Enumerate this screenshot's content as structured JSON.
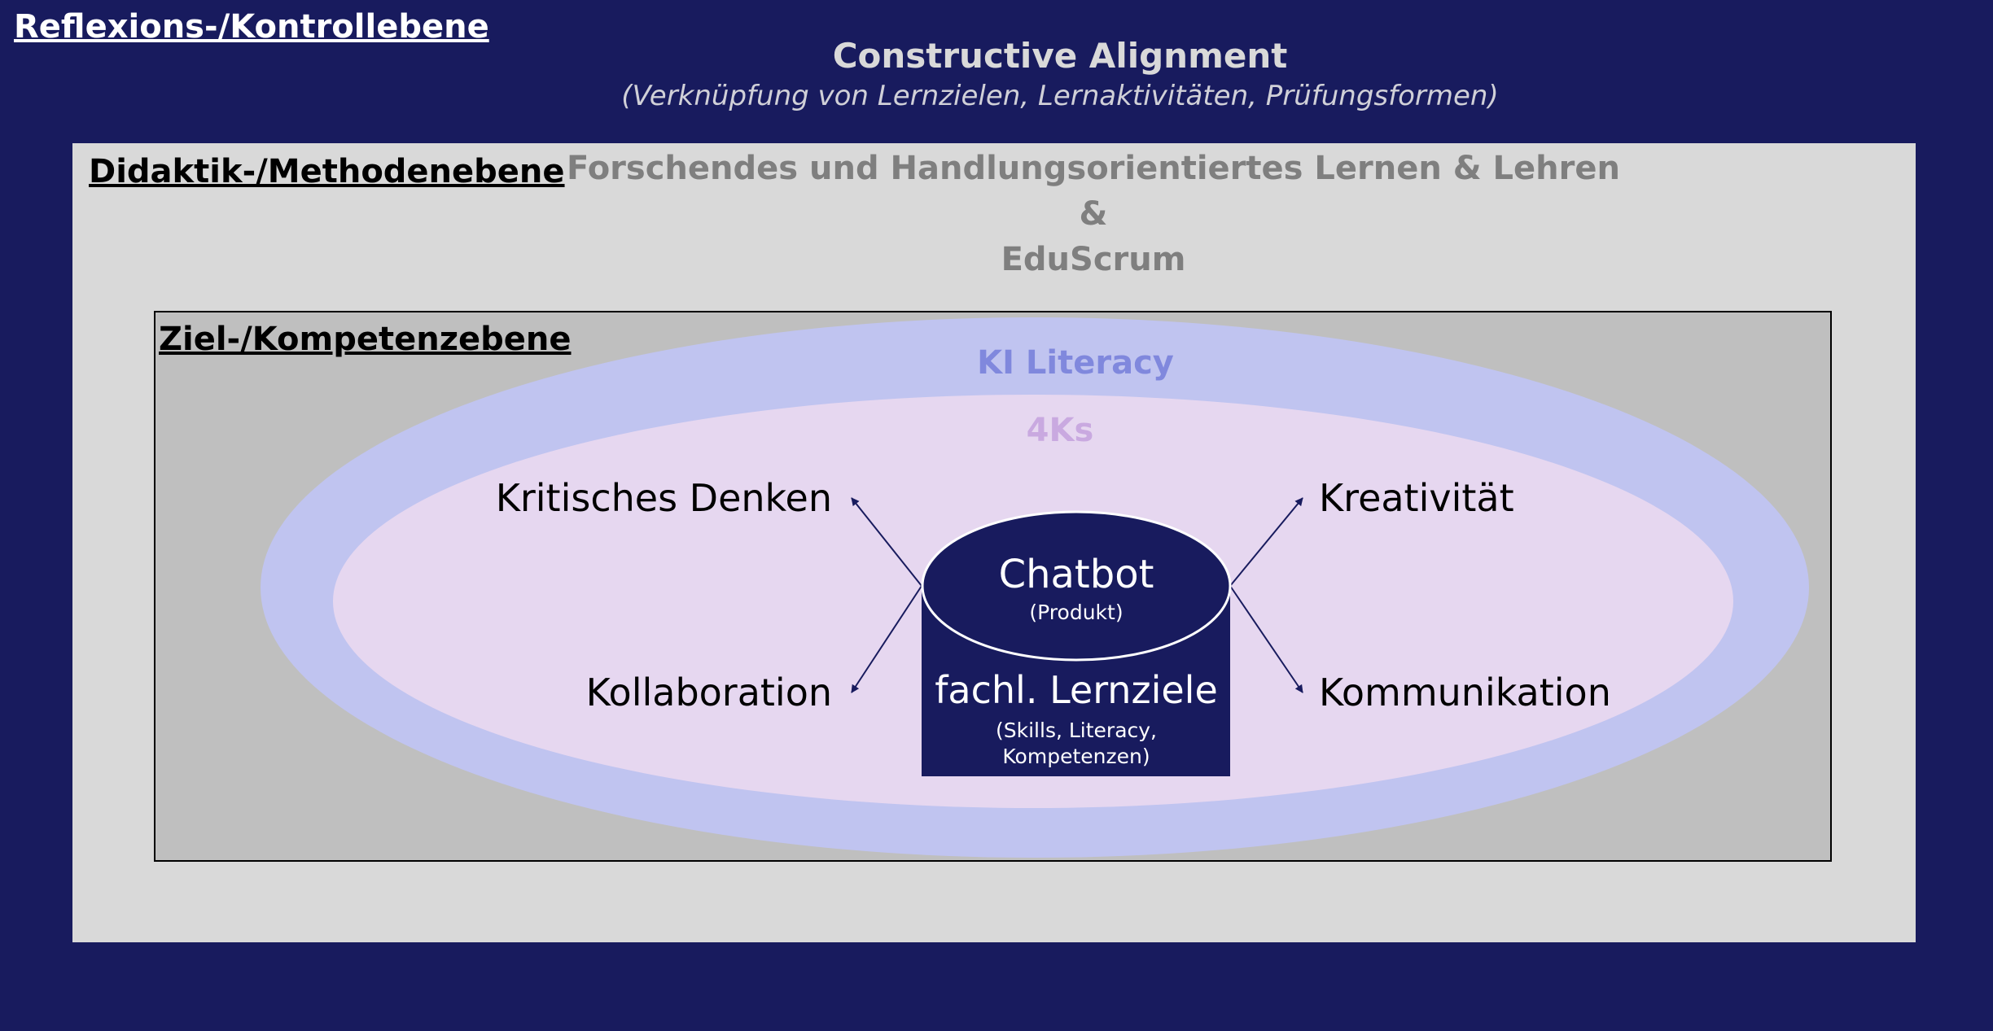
{
  "levels": {
    "reflection": "Reflexions-/Kontrollebene",
    "didactics": "Didaktik-/Methodenebene",
    "goals": "Ziel-/Kompetenzebene"
  },
  "constructive_alignment": {
    "title": "Constructive Alignment",
    "subtitle": "(Verknüpfung von Lernzielen, Lernaktivitäten, Prüfungsformen)"
  },
  "methods": {
    "line1": "Forschendes und Handlungsorientiertes Lernen & Lehren",
    "line2": "&",
    "line3": "EduScrum"
  },
  "ki_literacy": "KI Literacy",
  "four_ks": {
    "title": "4Ks",
    "items": [
      "Kritisches Denken",
      "Kollaboration",
      "Kreativität",
      "Kommunikation"
    ]
  },
  "core": {
    "chatbot": "Chatbot",
    "chatbot_sub": "(Produkt)",
    "goals": "fachl. Lernziele",
    "goals_sub1": "(Skills, Literacy,",
    "goals_sub2": "Kompetenzen)"
  },
  "colors": {
    "background": "#181b5e",
    "outer_ellipse": "#c0c4f0",
    "inner_ellipse": "#e6d7f0",
    "ki_text": "#8088dd",
    "four_ks_text": "#c9a9e0"
  }
}
